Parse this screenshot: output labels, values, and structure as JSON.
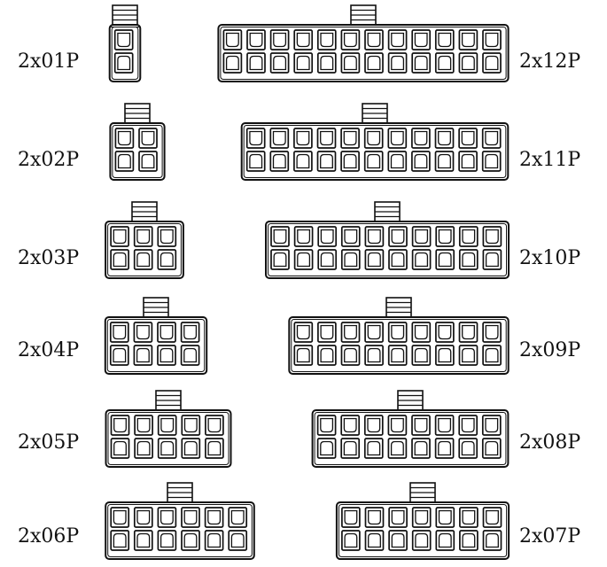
{
  "colors": {
    "line": "#111111",
    "background": "#ffffff"
  },
  "connectors": [
    {
      "id": "2x01",
      "label": "2x01P",
      "columns": 1,
      "rows": 2,
      "label_side": "left"
    },
    {
      "id": "2x02",
      "label": "2x02P",
      "columns": 2,
      "rows": 2,
      "label_side": "left"
    },
    {
      "id": "2x03",
      "label": "2x03P",
      "columns": 3,
      "rows": 2,
      "label_side": "left"
    },
    {
      "id": "2x04",
      "label": "2x04P",
      "columns": 4,
      "rows": 2,
      "label_side": "left"
    },
    {
      "id": "2x05",
      "label": "2x05P",
      "columns": 5,
      "rows": 2,
      "label_side": "left"
    },
    {
      "id": "2x06",
      "label": "2x06P",
      "columns": 6,
      "rows": 2,
      "label_side": "left"
    },
    {
      "id": "2x12",
      "label": "2x12P",
      "columns": 12,
      "rows": 2,
      "label_side": "right"
    },
    {
      "id": "2x11",
      "label": "2x11P",
      "columns": 11,
      "rows": 2,
      "label_side": "right"
    },
    {
      "id": "2x10",
      "label": "2x10P",
      "columns": 10,
      "rows": 2,
      "label_side": "right"
    },
    {
      "id": "2x09",
      "label": "2x09P",
      "columns": 9,
      "rows": 2,
      "label_side": "right"
    },
    {
      "id": "2x08",
      "label": "2x08P",
      "columns": 8,
      "rows": 2,
      "label_side": "right"
    },
    {
      "id": "2x07",
      "label": "2x07P",
      "columns": 7,
      "rows": 2,
      "label_side": "right"
    }
  ]
}
